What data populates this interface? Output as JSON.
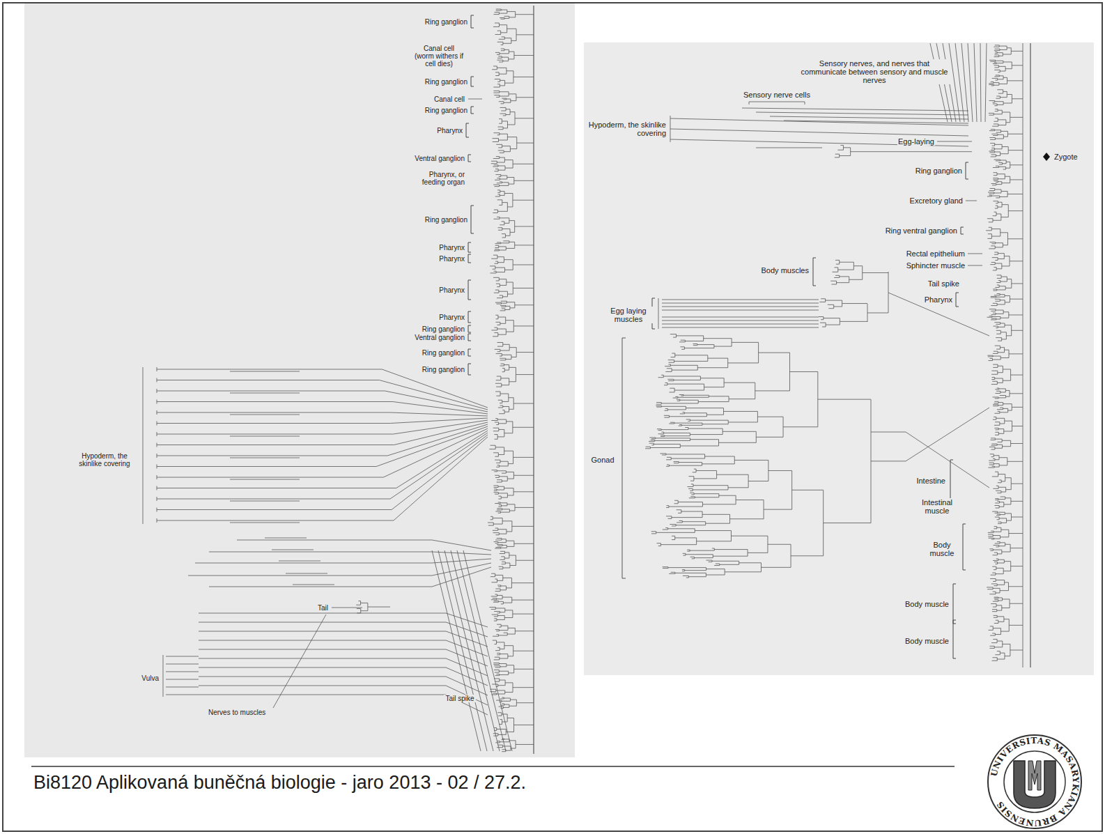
{
  "diagram": {
    "caption": "Bi8120 Aplikovaná buněčná biologie - jaro 2013 - 02 / 27.2.",
    "labels": [
      "Ring ganglion",
      "Canal cell (worm withers if cell dies)",
      "Ring ganglion",
      "Canal cell",
      "Ring ganglion",
      "Pharynx",
      "Ventral ganglion",
      "Pharynx, or feeding organ",
      "Ring ganglion",
      "Pharynx",
      "Pharynx",
      "Pharynx",
      "Pharynx",
      "Ring ganglion",
      "Ventral ganglion",
      "Ring ganglion",
      "Ring ganglion",
      "Hypoderm, the skinlike covering",
      "Tail",
      "Vulva",
      "Nerves to muscles",
      "Tail spike",
      "Sensory nerves, and nerves that communicate between sensory and muscle nerves",
      "Sensory nerve cells",
      "Hypoderm, the skinlike covering",
      "Egg-laying",
      "Zygote",
      "Ring ganglion",
      "Excretory gland",
      "Ring ventral ganglion",
      "Rectal epithelium",
      "Sphincter muscle",
      "Body muscles",
      "Tail spike",
      "Pharynx",
      "Egg laying muscles",
      "Gonad",
      "Intestine",
      "Intestinal muscle",
      "Body muscle",
      "Body muscle",
      "Body muscle",
      "UNIVERSITAS MASARYKIANA BRUNENSIS"
    ]
  }
}
